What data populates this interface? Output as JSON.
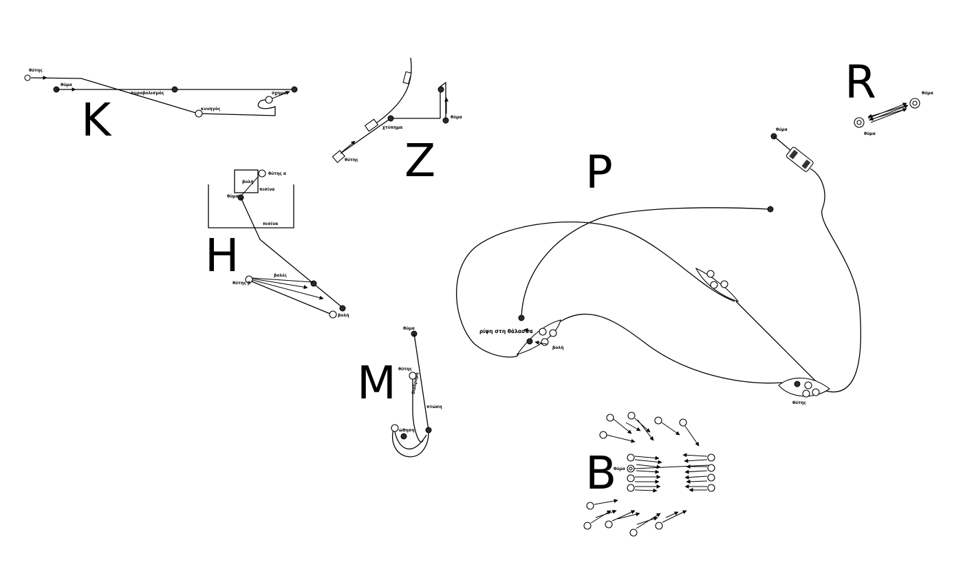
{
  "scenes": {
    "K": {
      "letter": "K",
      "labels": {
        "perpetrator": "θύτης",
        "victim": "θύμα",
        "mid": "πυροβολισμός",
        "lower": "κυνηγός",
        "right": "όχημα"
      }
    },
    "Z": {
      "letter": "Z",
      "labels": {
        "perpetrator": "θύτης",
        "vehicle": "χτύπημα",
        "victim": "θύμα"
      }
    },
    "H": {
      "letter": "H",
      "labels": {
        "perp_a": "θύτης α",
        "perp_b": "θύτης β",
        "victim": "θύμα",
        "shot_box": "βολή",
        "shot_right": "βολή",
        "shots": "βολές",
        "pool": "πισίνα",
        "pool_bottom": "πισίνα"
      }
    },
    "M": {
      "letter": "M",
      "labels": {
        "victim": "θύμα",
        "perpetrator": "θύτης",
        "path": "διαδρομή",
        "left": "ώθηση",
        "right": "πτώση"
      }
    },
    "P": {
      "letter": "P",
      "labels": {
        "victim": "θύμα",
        "sea": "ρίψη στη θάλασσα",
        "shot": "βολή",
        "perpetrator": "θύτης"
      }
    },
    "R": {
      "letter": "R",
      "labels": {
        "victim_top": "θύμα",
        "victim_bottom": "θύμα"
      }
    },
    "B": {
      "letter": "B",
      "labels": {
        "victim": "θύμα"
      }
    }
  }
}
